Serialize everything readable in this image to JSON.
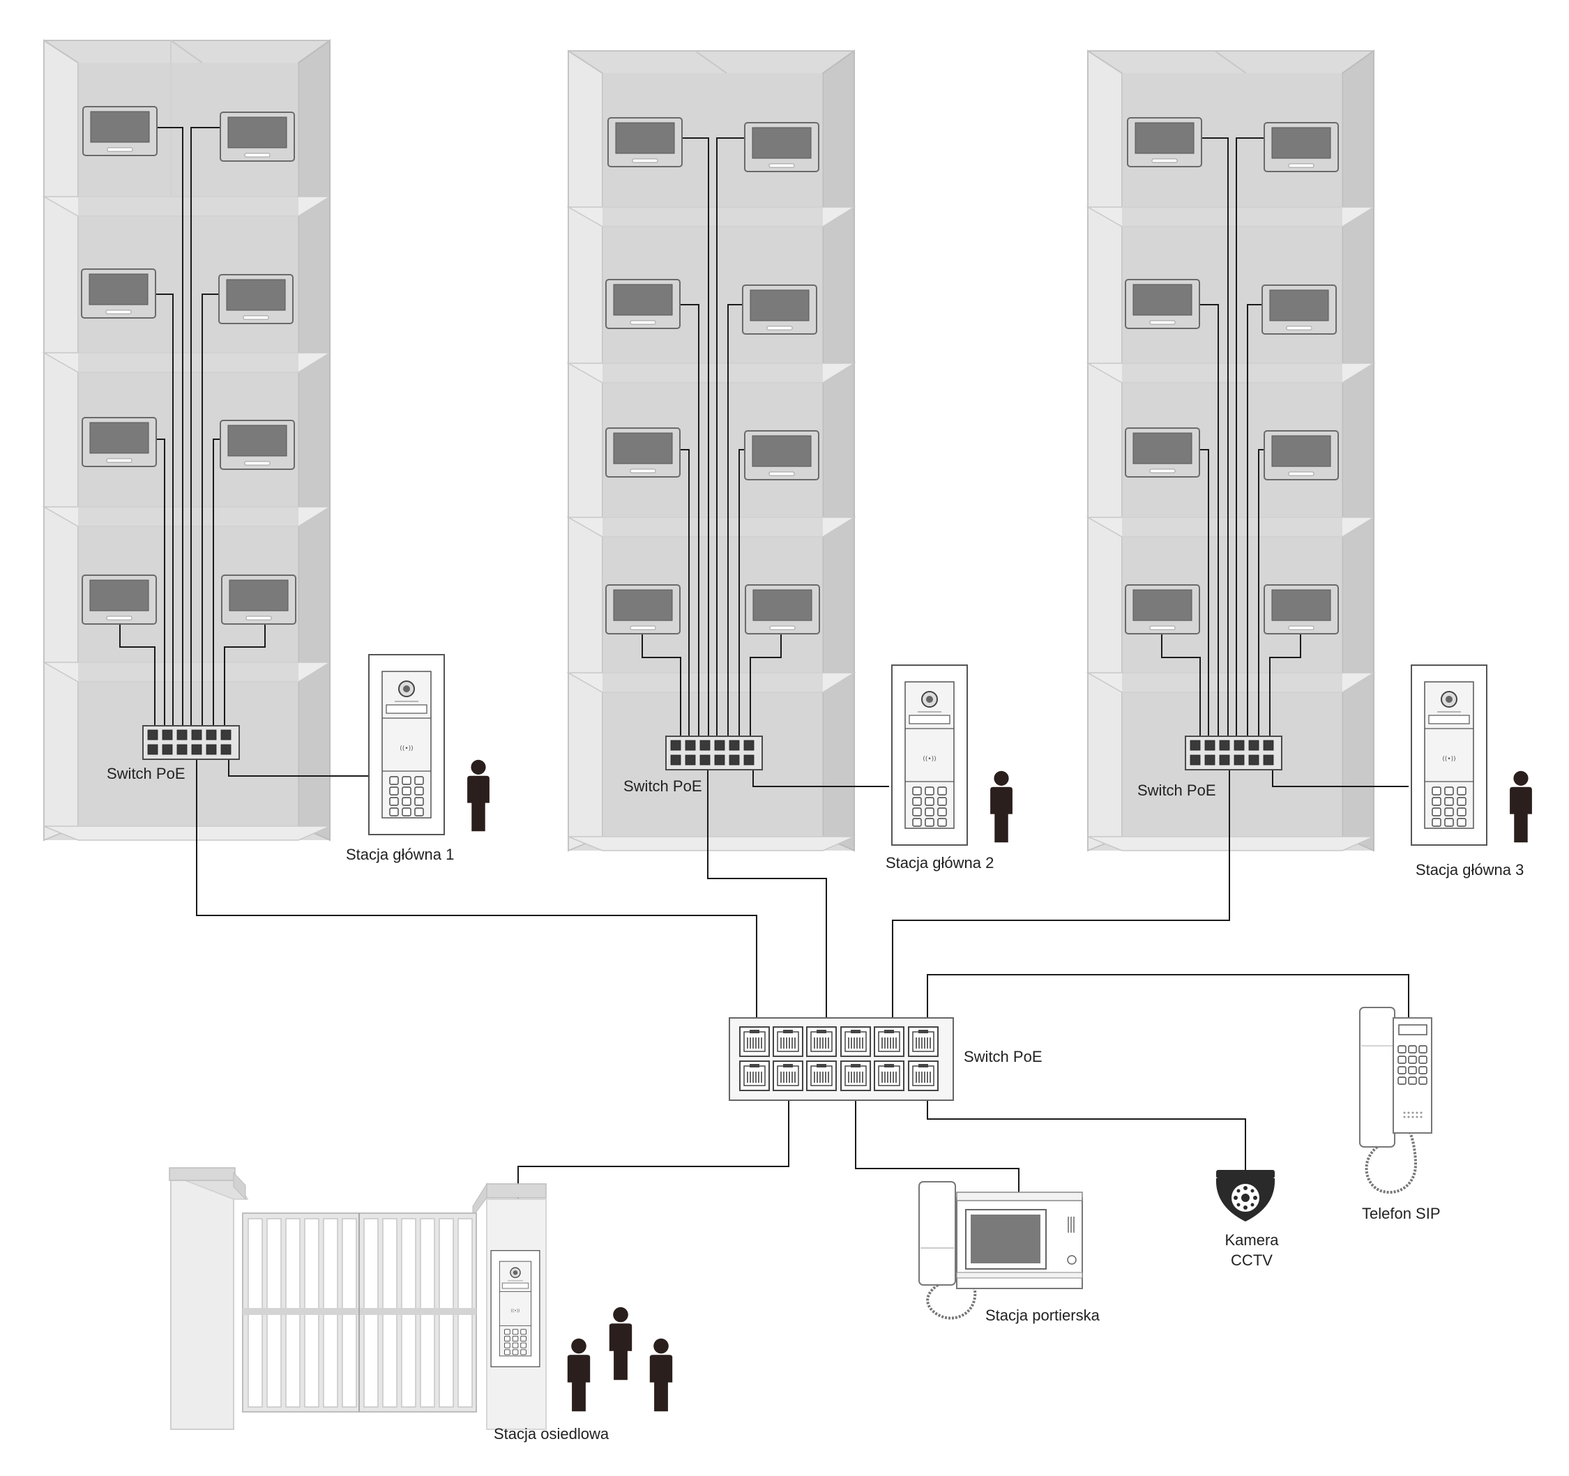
{
  "labels": {
    "switch_b1": "Switch PoE",
    "switch_b2": "Switch PoE",
    "switch_b3": "Switch PoE",
    "switch_main": "Switch PoE",
    "main_station_1": "Stacja główna 1",
    "main_station_2": "Stacja główna 2",
    "main_station_3": "Stacja główna 3",
    "estate_station": "Stacja osiedlowa",
    "concierge_station": "Stacja portierska",
    "cctv_line1": "Kamera",
    "cctv_line2": "CCTV",
    "sip_phone": "Telefon SIP"
  },
  "buildings": [
    {
      "name": "building-1",
      "floors": 5,
      "monitors": 8
    },
    {
      "name": "building-2",
      "floors": 5,
      "monitors": 8
    },
    {
      "name": "building-3",
      "floors": 5,
      "monitors": 8
    }
  ],
  "colors": {
    "building_fill": "#d9d9d9",
    "building_edge": "#bdbdbd",
    "screen": "#7a7a7a",
    "cable": "#1a1a1a",
    "person": "#2a1f1c"
  }
}
